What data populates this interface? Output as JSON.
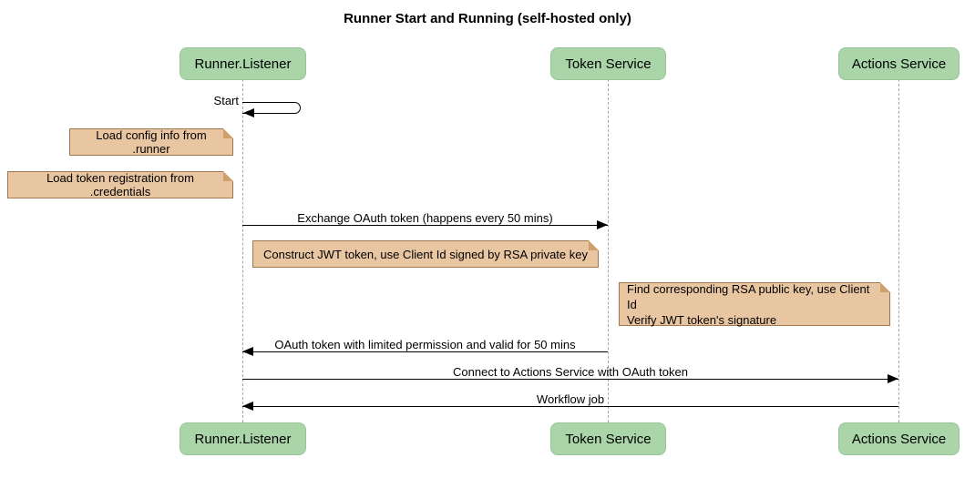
{
  "title": "Runner Start and Running (self-hosted only)",
  "diagram_type": "sequence",
  "colors": {
    "background": "#ffffff",
    "actor_fill": "#a9d5a9",
    "actor_border": "#99c499",
    "note_fill": "#e9c6a2",
    "note_border": "#a0784c",
    "lifeline": "#a6a6a6",
    "arrow": "#000000"
  },
  "participants": [
    {
      "name": "Runner.Listener"
    },
    {
      "name": "Token Service"
    },
    {
      "name": "Actions Service"
    }
  ],
  "messages": [
    {
      "label": "Start",
      "from": "Runner.Listener",
      "to": "Runner.Listener",
      "type": "self"
    },
    {
      "label": "Exchange OAuth token (happens every 50 mins)",
      "from": "Runner.Listener",
      "to": "Token Service",
      "type": "solid"
    },
    {
      "label": "OAuth token with limited permission and valid for 50 mins",
      "from": "Token Service",
      "to": "Runner.Listener",
      "type": "solid"
    },
    {
      "label": "Connect to Actions Service with OAuth token",
      "from": "Runner.Listener",
      "to": "Actions Service",
      "type": "solid"
    },
    {
      "label": "Workflow job",
      "from": "Actions Service",
      "to": "Runner.Listener",
      "type": "solid"
    }
  ],
  "notes": [
    {
      "text": "Load config info from .runner",
      "position": "left of Runner.Listener"
    },
    {
      "text": "Load token registration from .credentials",
      "position": "left of Runner.Listener"
    },
    {
      "text": "Construct JWT token, use Client Id signed by RSA private key",
      "position": "right of Runner.Listener"
    },
    {
      "text": "Find corresponding RSA public key, use Client Id\nVerify JWT token's signature",
      "position": "left of Actions Service"
    }
  ]
}
